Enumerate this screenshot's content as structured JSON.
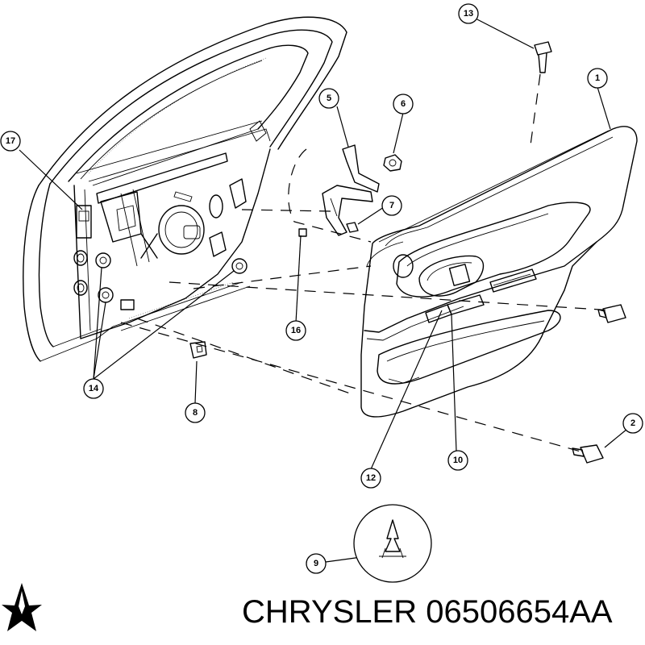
{
  "callouts": [
    "1",
    "2",
    "5",
    "6",
    "7",
    "8",
    "9",
    "10",
    "12",
    "13",
    "14",
    "16",
    "17"
  ],
  "brand": "CHRYSLER",
  "part_number": "06506654AA"
}
